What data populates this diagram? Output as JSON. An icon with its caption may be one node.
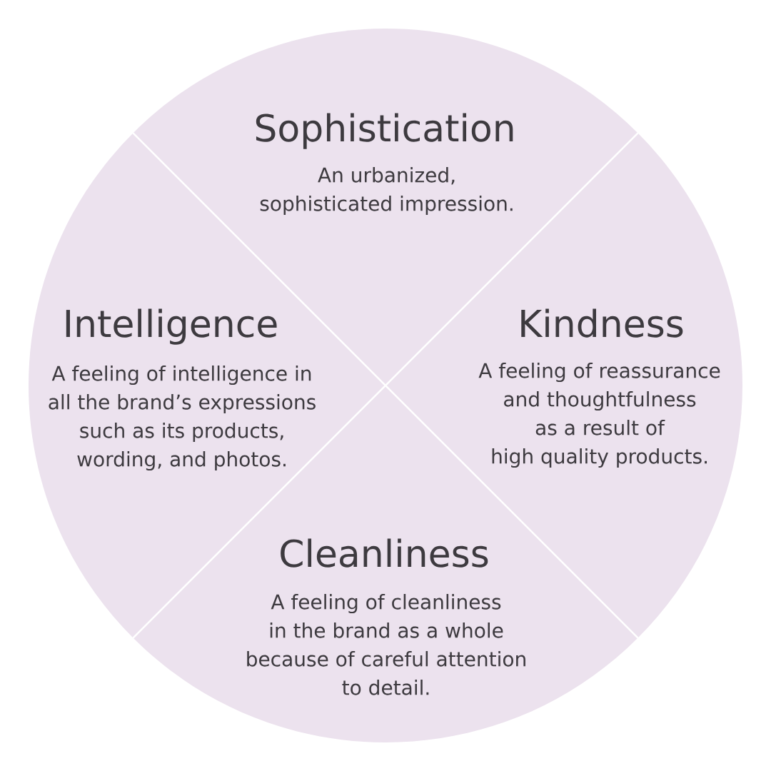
{
  "diagram": {
    "nodes": [
      {
        "text": [
          "Sophistication",
          "An urbanized, sophisticated impression."
        ]
      },
      {
        "text": [
          "Intelligence",
          "A feeling of intelligence in all the brand’s expressions such as its products, wording, and photos."
        ]
      },
      {
        "text": [
          "Kindness",
          "A feeling of reassurance and thoughtfulness as a result of high quality products."
        ]
      },
      {
        "text": [
          "Cleanliness",
          "A feeling of cleanliness in the brand as a whole because of careful attention to detail."
        ]
      }
    ]
  }
}
